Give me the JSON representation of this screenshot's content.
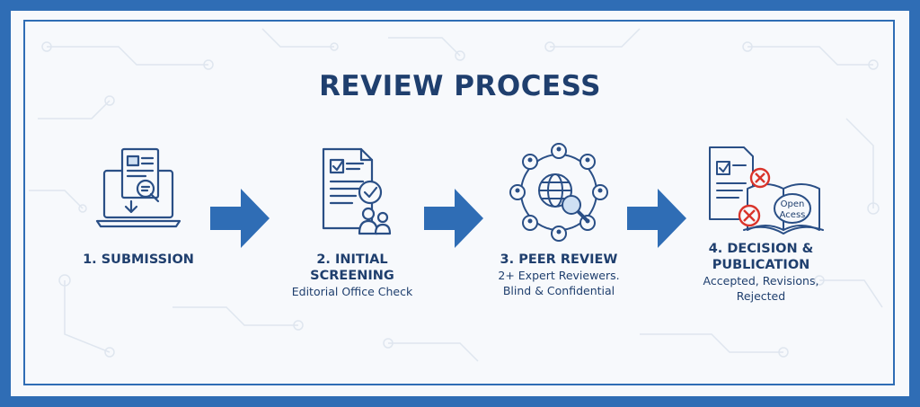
{
  "title": "REVIEW PROCESS",
  "colors": {
    "frame": "#2f6db5",
    "ink": "#1f3f6e",
    "arrow": "#2f6db5",
    "reject": "#d9342b"
  },
  "steps": [
    {
      "label": "1. SUBMISSION",
      "sub": "",
      "icon": "laptop-document-icon"
    },
    {
      "label": "2. INITIAL SCREENING",
      "sub": "Editorial Office Check",
      "icon": "checklist-document-icon"
    },
    {
      "label": "3. PEER REVIEW",
      "sub1": "2+ Expert Reviewers.",
      "sub2": "Blind & Confidential",
      "icon": "reviewer-network-icon"
    },
    {
      "label1": "4. DECISION &",
      "label2": "PUBLICATION",
      "sub1": "Accepted, Revisions,",
      "sub2": "Rejected",
      "icon": "open-access-book-icon",
      "book_text1": "Open",
      "book_text2": "Acess"
    }
  ]
}
